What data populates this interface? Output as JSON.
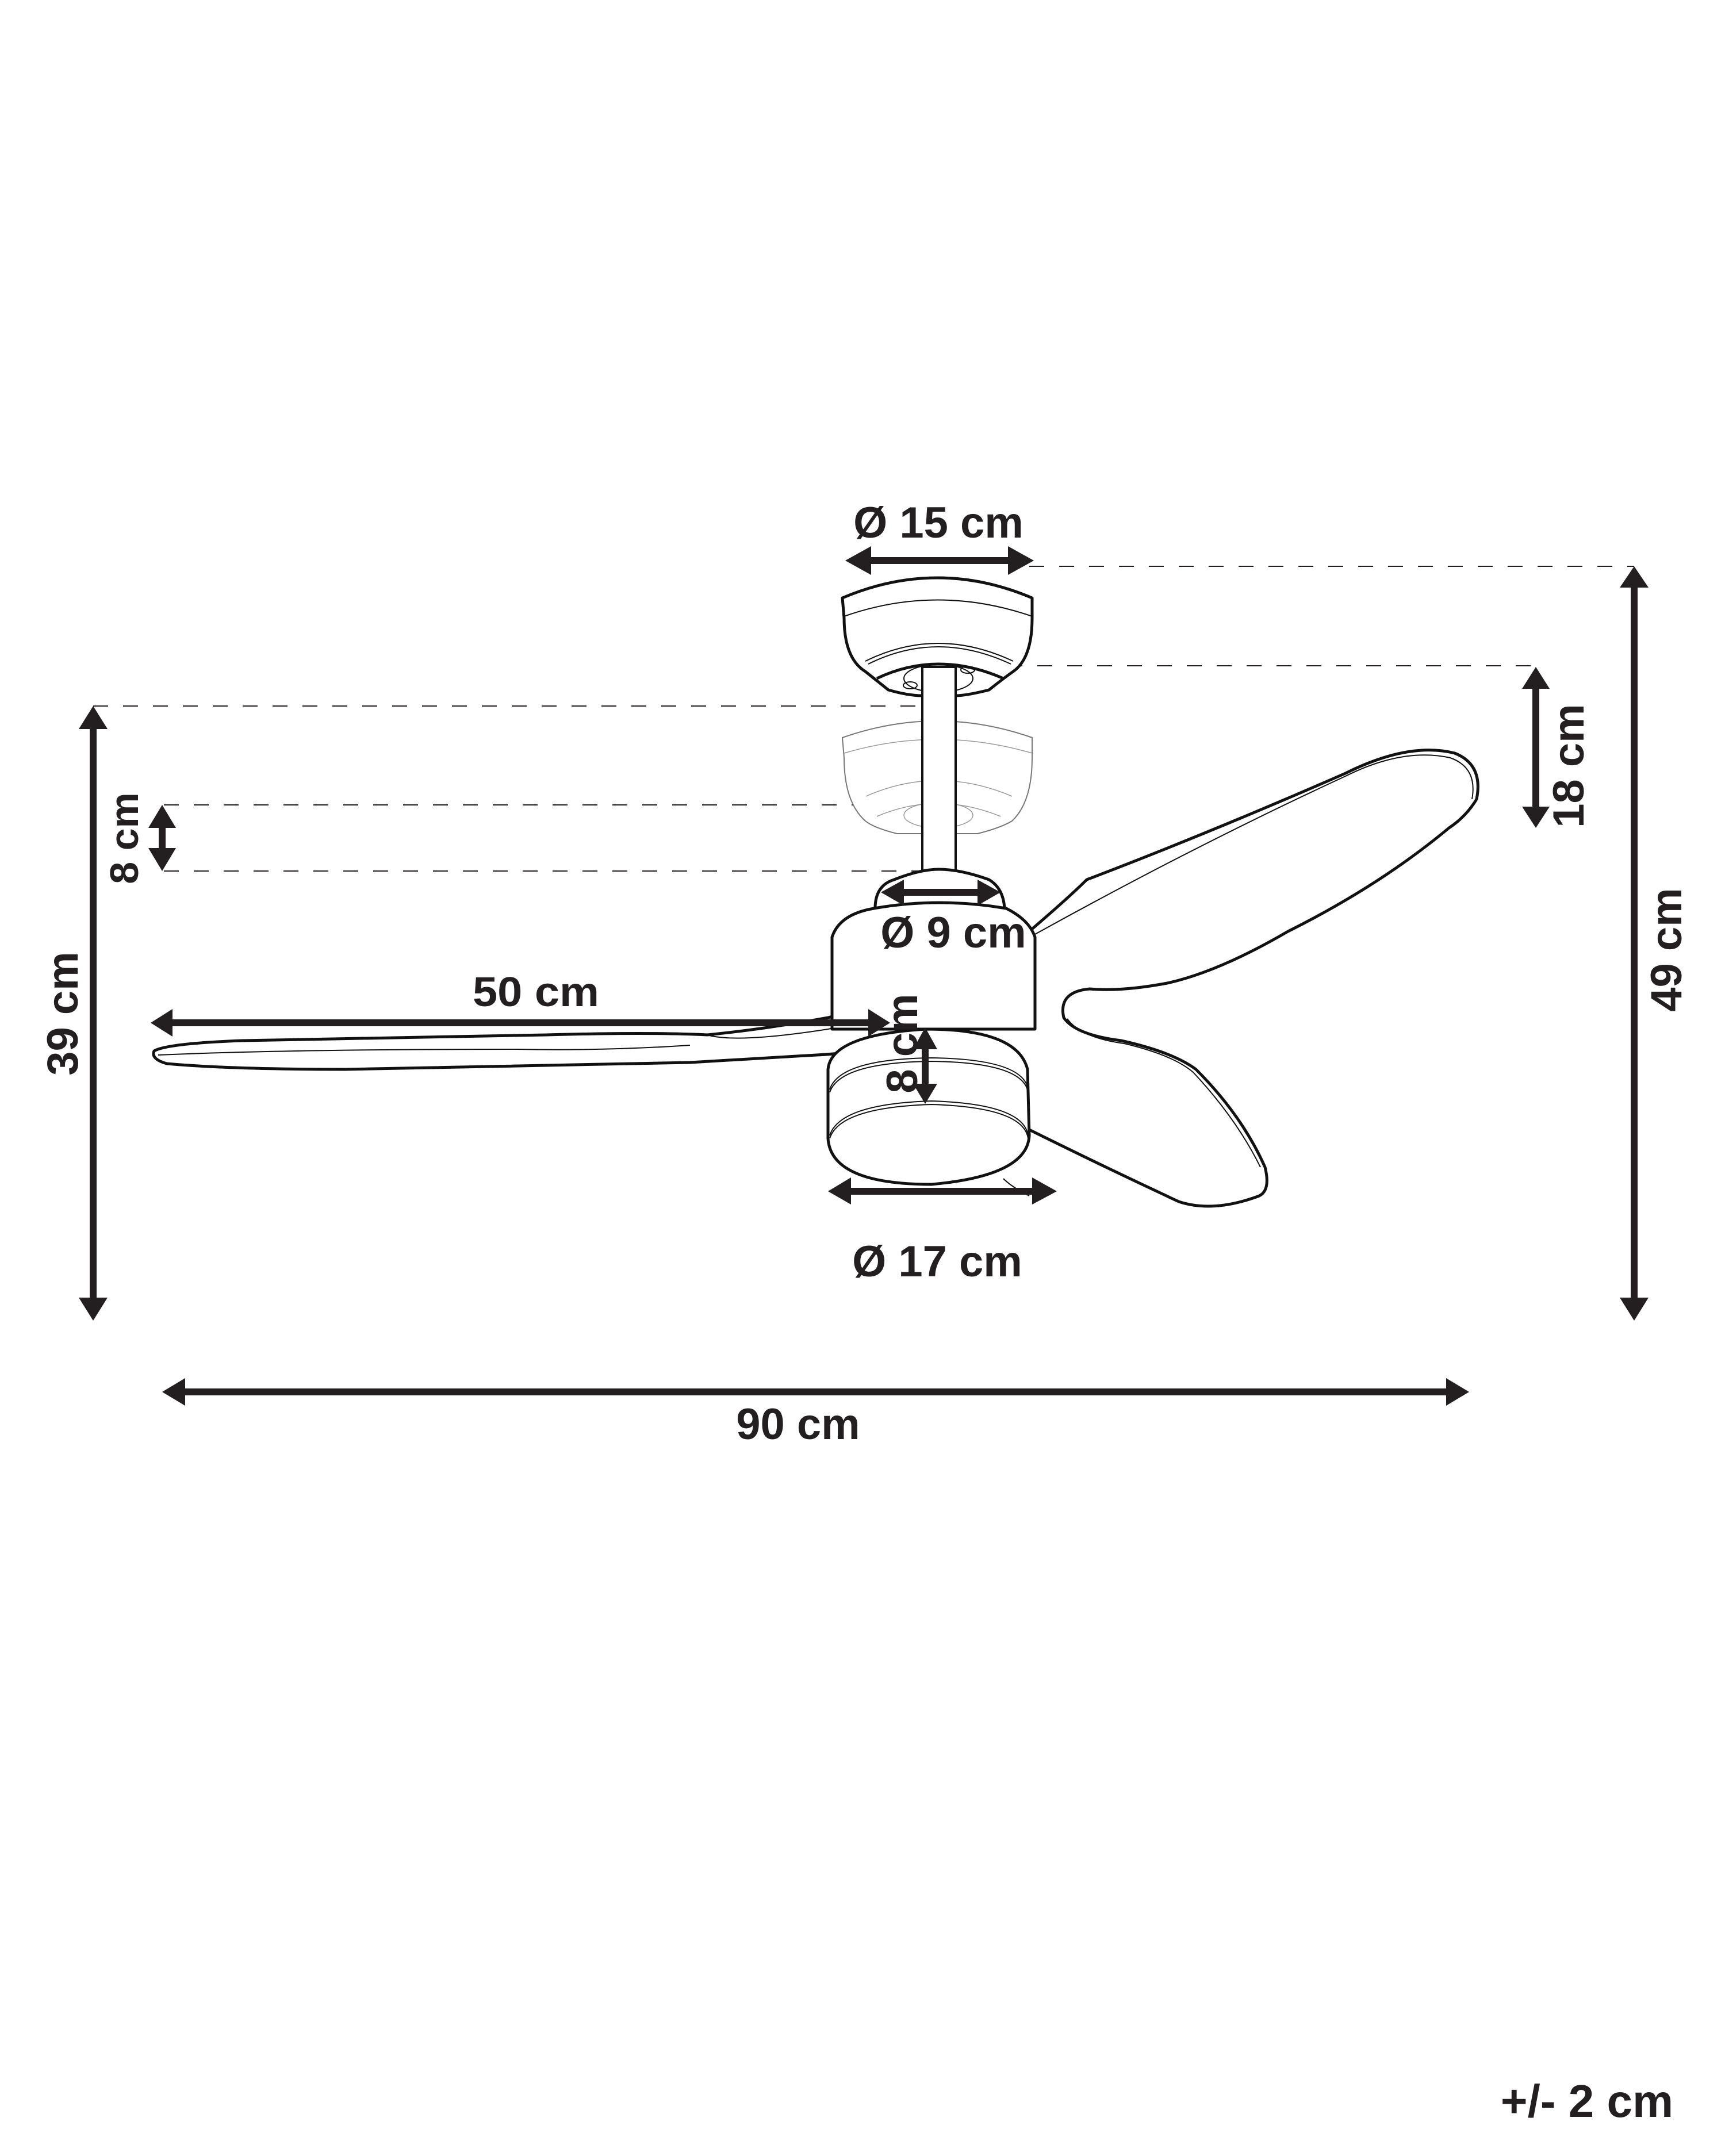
{
  "diagram": {
    "subject": "Ceiling fan dimension drawing",
    "colors": {
      "ink": "#231f20",
      "background": "#ffffff",
      "ghost_line": "#777777"
    },
    "dimensions": {
      "canopy_diameter": "Ø 15 cm",
      "downrod_collar_diameter": "Ø 9 cm",
      "motor_diameter": "Ø 17 cm",
      "motor_height": "8 cm",
      "downrod_adjust": "8 cm",
      "canopy_to_motor": "18 cm",
      "blade_radius": "50 cm",
      "total_width": "90 cm",
      "height_min": "39 cm",
      "height_max": "49 cm"
    },
    "tolerance": "+/- 2 cm"
  }
}
